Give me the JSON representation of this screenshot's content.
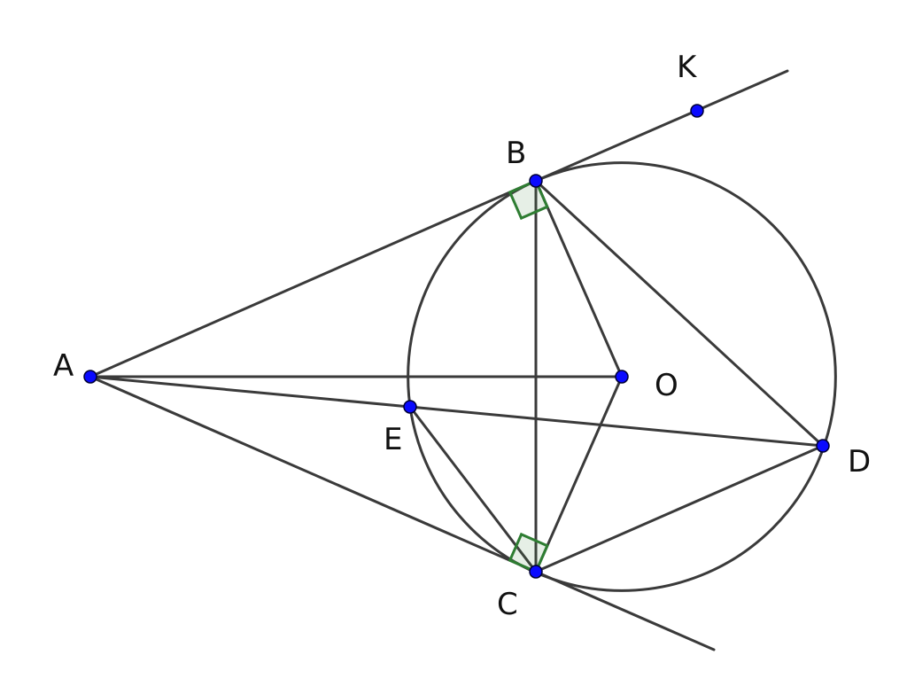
{
  "points": [
    {
      "id": "A",
      "label": "A"
    },
    {
      "id": "B",
      "label": "B"
    },
    {
      "id": "C",
      "label": "C"
    },
    {
      "id": "D",
      "label": "D"
    },
    {
      "id": "E",
      "label": "E"
    },
    {
      "id": "O",
      "label": "O"
    },
    {
      "id": "K",
      "label": "K"
    }
  ],
  "segments": [
    [
      "A",
      "B"
    ],
    [
      "A",
      "C"
    ],
    [
      "A",
      "O"
    ],
    [
      "A",
      "D"
    ],
    [
      "B",
      "C"
    ],
    [
      "B",
      "O"
    ],
    [
      "B",
      "D"
    ],
    [
      "C",
      "O"
    ],
    [
      "C",
      "D"
    ],
    [
      "C",
      "E"
    ],
    [
      "B",
      "K"
    ]
  ],
  "right_angles": [
    {
      "at": "B",
      "between": [
        "A",
        "O"
      ]
    },
    {
      "at": "C",
      "between": [
        "A",
        "O"
      ]
    }
  ],
  "circle": {
    "center": "O",
    "through": "B"
  },
  "colors": {
    "line": "#3a3a3a",
    "point_fill": "#0a0aff",
    "right_angle": "#2e7d32"
  }
}
